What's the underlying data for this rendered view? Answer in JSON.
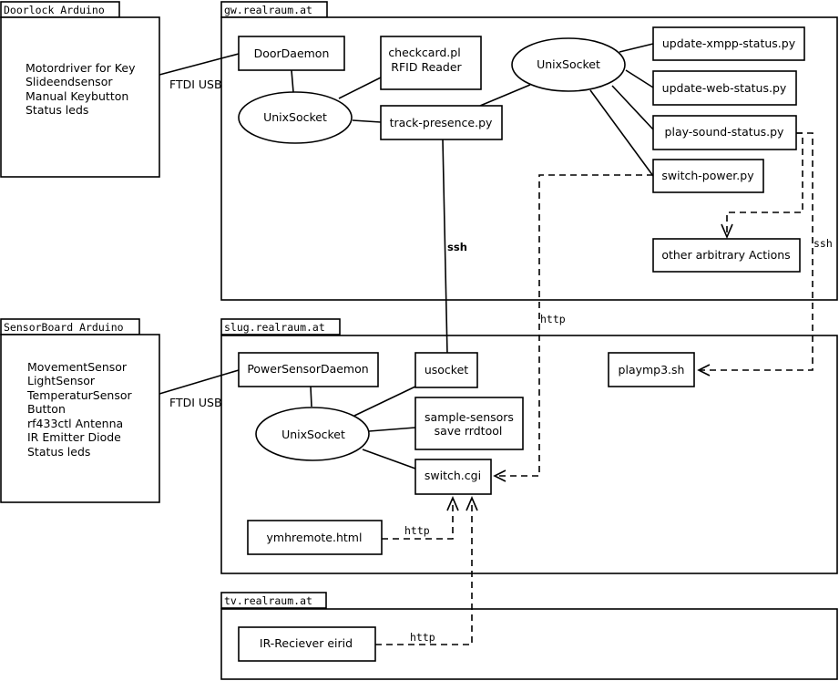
{
  "packages": {
    "doorlock": "Doorlock Arduino",
    "gw": "gw.realraum.at",
    "sensorboard": "SensorBoard Arduino",
    "slug": "slug.realraum.at",
    "tv": "tv.realraum.at"
  },
  "doorlock_items": [
    "Motordriver for Key",
    "Slideendsensor",
    "Manual Keybutton",
    "Status leds"
  ],
  "sensorboard_items": [
    "MovementSensor",
    "LightSensor",
    "TemperaturSensor",
    "Button",
    "rf433ctl Antenna",
    "IR Emitter Diode",
    "Status leds"
  ],
  "nodes": {
    "door_daemon": "DoorDaemon",
    "checkcard_1": "checkcard.pl",
    "checkcard_2": "RFID Reader",
    "gw_socket": "UnixSocket",
    "track_presence": "track-presence.py",
    "gw_socket2": "UnixSocket",
    "update_xmpp": "update-xmpp-status.py",
    "update_web": "update-web-status.py",
    "play_sound": "play-sound-status.py",
    "switch_power": "switch-power.py",
    "other_actions": "other arbitrary Actions",
    "power_sensor_daemon": "PowerSensorDaemon",
    "usocket": "usocket",
    "sample_sensors_1": "sample-sensors",
    "sample_sensors_2": "save rrdtool",
    "slug_socket": "UnixSocket",
    "switch_cgi": "switch.cgi",
    "playmp3": "playmp3.sh",
    "ymhremote": "ymhremote.html",
    "ir_receiver": "IR-Reciever eirid"
  },
  "edge_labels": {
    "ftdi_door": "FTDI USB",
    "ftdi_sensor": "FTDI USB",
    "ssh_track": "ssh",
    "ssh_play": "ssh",
    "http_switch": "http",
    "http_ymh": "http",
    "http_ir": "http"
  }
}
